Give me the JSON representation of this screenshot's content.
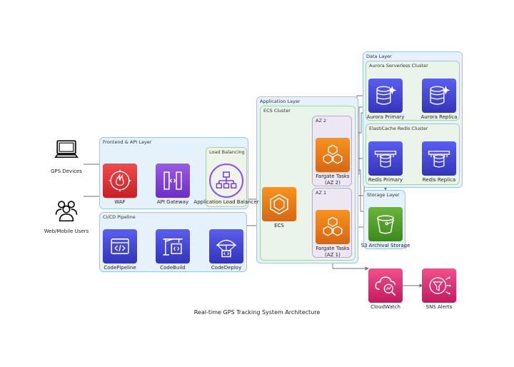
{
  "title": "Real-time GPS Tracking System Architecture",
  "groups": {
    "frontend": "Frontend & API Layer",
    "lb": "Load Balancing",
    "cicd": "CI/CD Pipeline",
    "app": "Application Layer",
    "ecs_cluster": "ECS Cluster",
    "az2": "AZ 2",
    "az1": "AZ 1",
    "data": "Data Layer",
    "aurora": "Aurora Serverless Cluster",
    "redis": "ElastiCache Redis Cluster",
    "storage": "Storage Layer"
  },
  "nodes": {
    "gps_devices": "GPS Devices",
    "web_mobile_users": "Web/Mobile Users",
    "waf": "WAF",
    "api_gateway": "API Gateway",
    "alb": "Application Load Balancer",
    "codepipeline": "CodePipeline",
    "codebuild": "CodeBuild",
    "codedeploy": "CodeDeploy",
    "ecs": "ECS",
    "fargate_az2": "Fargate Tasks\n(AZ 2)",
    "fargate_az1": "Fargate Tasks\n(AZ 1)",
    "aurora_primary": "Aurora Primary",
    "aurora_replica": "Aurora Replica",
    "redis_primary": "Redis Primary",
    "redis_replica": "Redis Replica",
    "s3": "S3 Archival Storage",
    "cloudwatch": "CloudWatch",
    "sns": "SNS Alerts"
  },
  "icons": {
    "gps_devices": "monitor-icon",
    "web_mobile_users": "users-icon",
    "waf": "firewall-icon",
    "api_gateway": "api-gateway-icon",
    "alb": "load-balancer-icon",
    "codepipeline": "code-pipeline-icon",
    "codebuild": "code-build-icon",
    "codedeploy": "code-deploy-icon",
    "ecs": "container-icon",
    "fargate": "fargate-icon",
    "database": "database-icon",
    "cache": "cache-icon",
    "bucket": "bucket-icon",
    "cloudwatch": "cloudwatch-icon",
    "sns": "sns-icon"
  },
  "colors": {
    "security_red": "#dd344c",
    "network_purple": "#8c4fff",
    "compute_orange": "#ed7100",
    "database_blue": "#3f48cc",
    "storage_green": "#3f8624",
    "management_pink": "#e7157b",
    "edge_gray": "#6b7280"
  }
}
